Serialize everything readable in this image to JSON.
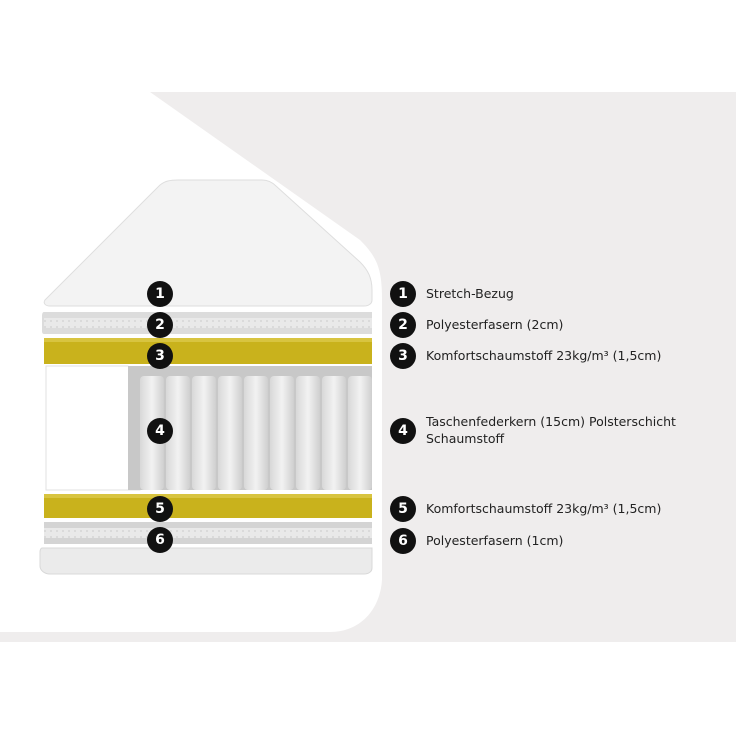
{
  "colors": {
    "background_panel": "#efeded",
    "foam_yellow": "#c9b21c",
    "cover_white": "#f4f4f4",
    "badge_black": "#111111"
  },
  "layers": [
    {
      "number": "1",
      "label": "Stretch-Bezug"
    },
    {
      "number": "2",
      "label": "Polyesterfasern (2cm)"
    },
    {
      "number": "3",
      "label": "Komfortschaumstoff 23kg/m³ (1,5cm)"
    },
    {
      "number": "4",
      "label": "Taschenfederkern (15cm) Polsterschicht Schaumstoff"
    },
    {
      "number": "5",
      "label": "Komfortschaumstoff 23kg/m³ (1,5cm)"
    },
    {
      "number": "6",
      "label": "Polyesterfasern (1cm)"
    }
  ]
}
